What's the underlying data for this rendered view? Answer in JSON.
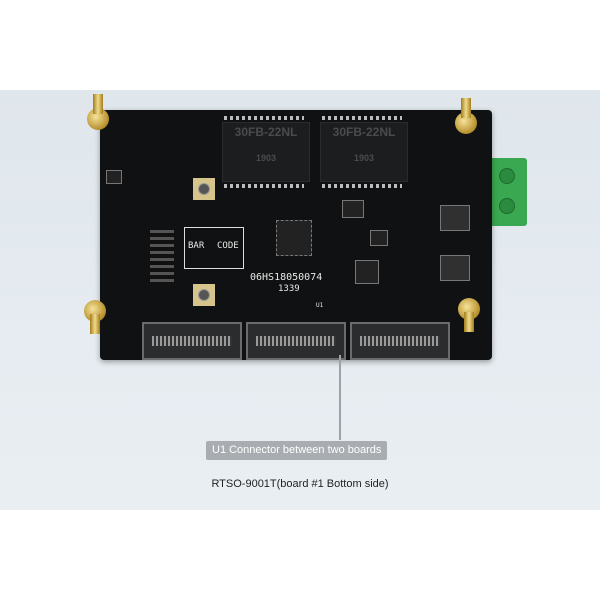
{
  "photo": {
    "subject": "pcb-board",
    "board_markings": {
      "transformer_left": "30FB-22NL",
      "transformer_right": "30FB-22NL",
      "date_code_left": "1903",
      "date_code_right": "1903",
      "barcode_label_1": "BAR",
      "barcode_label_2": "CODE",
      "serial": "06HS18050074",
      "serial_sub": "1339",
      "connector_ref": "U1"
    },
    "colors": {
      "board": "#101112",
      "terminal": "#3aa850",
      "standoff": "#d4b04a"
    }
  },
  "annotation": {
    "callout": "U1 Connector between two boards",
    "caption": "RTSO-9001T(board #1 Bottom side)"
  }
}
